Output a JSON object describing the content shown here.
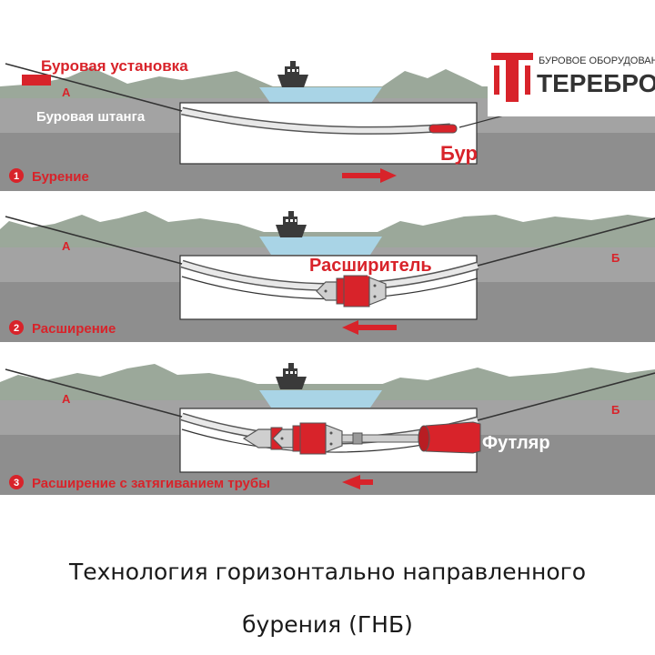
{
  "logo": {
    "subtitle": "БУРОВОЕ ОБОРУДОВАНИЕ",
    "name": "ТЕРЕБРО"
  },
  "panel1": {
    "number": "1",
    "stage": "Бурение",
    "rig_label": "Буровая установка",
    "rod_label": "Буровая штанга",
    "bit_label": "Бур",
    "point_a": "А"
  },
  "panel2": {
    "number": "2",
    "stage": "Расширение",
    "reamer_label": "Расширитель",
    "point_a": "А",
    "point_b": "Б"
  },
  "panel3": {
    "number": "3",
    "stage": "Расширение с затягиванием трубы",
    "casing_label": "Футляр",
    "point_a": "А",
    "point_b": "Б"
  },
  "caption": {
    "line1": "Технология горизонтально направленного",
    "line2": "бурения (ГНБ)"
  },
  "colors": {
    "accent_red": "#d8232a",
    "ground_dark": "#8e8e8e",
    "ground_light": "#a3a3a3",
    "vegetation": "#9ba89a",
    "water": "#a9d4e6",
    "ship": "#3a3a3a"
  }
}
